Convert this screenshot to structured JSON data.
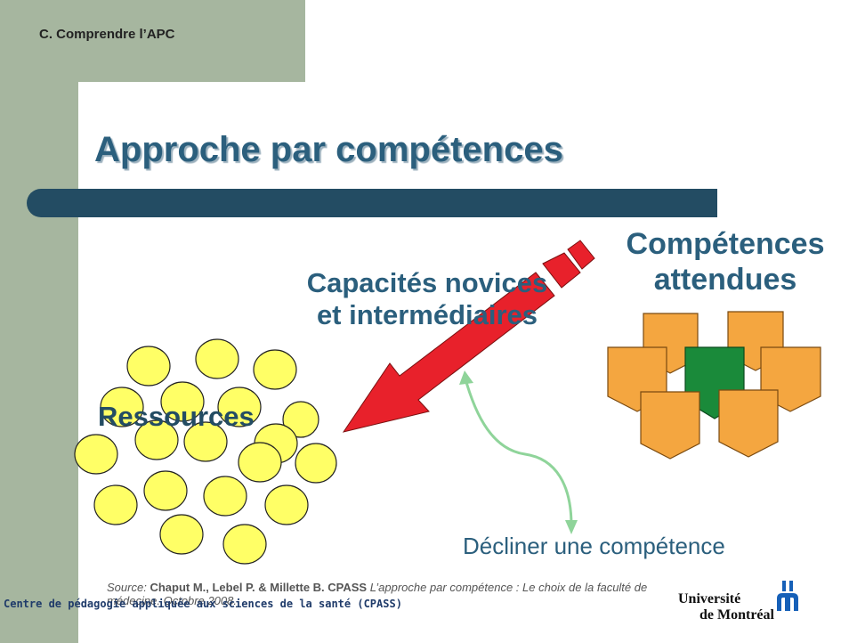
{
  "header": {
    "section": "C. Comprendre l’APC"
  },
  "slide": {
    "title": "Approche par compétences"
  },
  "diagram": {
    "expected_competencies": "Compétences attendues",
    "capacities": "Capacités novices et intermédiaires",
    "resources": "Ressources",
    "decline": "Décliner une compétence",
    "colors": {
      "resources_fill": "#ffff66",
      "arrow_fill": "#e8212b",
      "competency_fill": "#f4a640",
      "competency_core": "#1a8a3a",
      "curve": "#8fd49a",
      "title_text": "#2b5f7d",
      "title_bar": "#234c63",
      "sidebar": "#a6b69f"
    }
  },
  "footer": {
    "source_label": "Source:",
    "source_authors": "Chaput M., Lebel P. & Millette B. CPASS",
    "source_title": "L’approche par compétence : Le choix de la faculté de médecine. Octobre 2008.",
    "centre": "Centre de pédagogie appliquée aux sciences de la santé (CPASS)",
    "university_line1": "Université",
    "university_line2": "de Montréal"
  }
}
